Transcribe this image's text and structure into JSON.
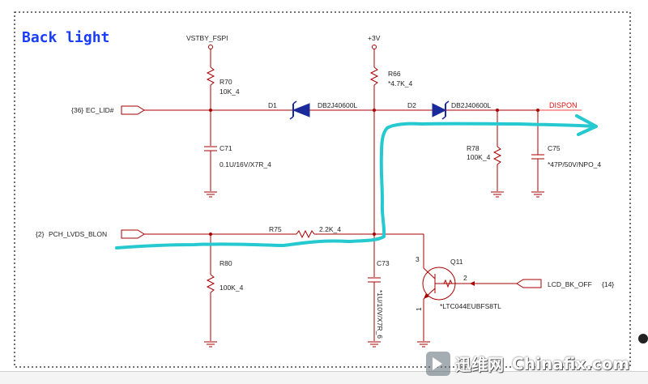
{
  "title": "Back light",
  "nets": {
    "vstby": "VSTBY_FSPI",
    "v3": "+3V",
    "ec_lid": "EC_LID#",
    "ec_lid_ref": "{36}",
    "pch_lvds": "PCH_LVDS_BLON",
    "pch_lvds_ref": "{2}",
    "dispon": "DISPON",
    "lcd_bk_off": "LCD_BK_OFF",
    "lcd_bk_off_ref": "{14}"
  },
  "components": {
    "r70": {
      "ref": "R70",
      "value": "10K_4"
    },
    "r66": {
      "ref": "R66",
      "value": "*4.7K_4"
    },
    "d1": {
      "ref": "D1",
      "part": "DB2J40600L"
    },
    "d2": {
      "ref": "D2",
      "part": "DB2J40600L"
    },
    "c71": {
      "ref": "C71",
      "value": "0.1U/16V/X7R_4"
    },
    "r78": {
      "ref": "R78",
      "value": "100K_4"
    },
    "c75": {
      "ref": "C75",
      "value": "*47P/50V/NPO_4"
    },
    "r75": {
      "ref": "R75",
      "value": "2.2K_4"
    },
    "r80": {
      "ref": "R80",
      "value": "100K_4"
    },
    "c73": {
      "ref": "C73",
      "value": "*1U/10V/X7R_6"
    },
    "q11": {
      "ref": "Q11",
      "part": "*LTC044EUBFS8TL"
    }
  },
  "pins": {
    "q_pin3": "3",
    "q_pin2": "2",
    "q_pin1": "1"
  },
  "colors": {
    "wire": "#a80000",
    "net_label": "#e01010",
    "highlight": "#25c9cf",
    "title": "#1a3cff",
    "diode": "#1a2a9a"
  },
  "watermark": {
    "cn": "迅维网",
    "en": "Chinafix.com"
  }
}
